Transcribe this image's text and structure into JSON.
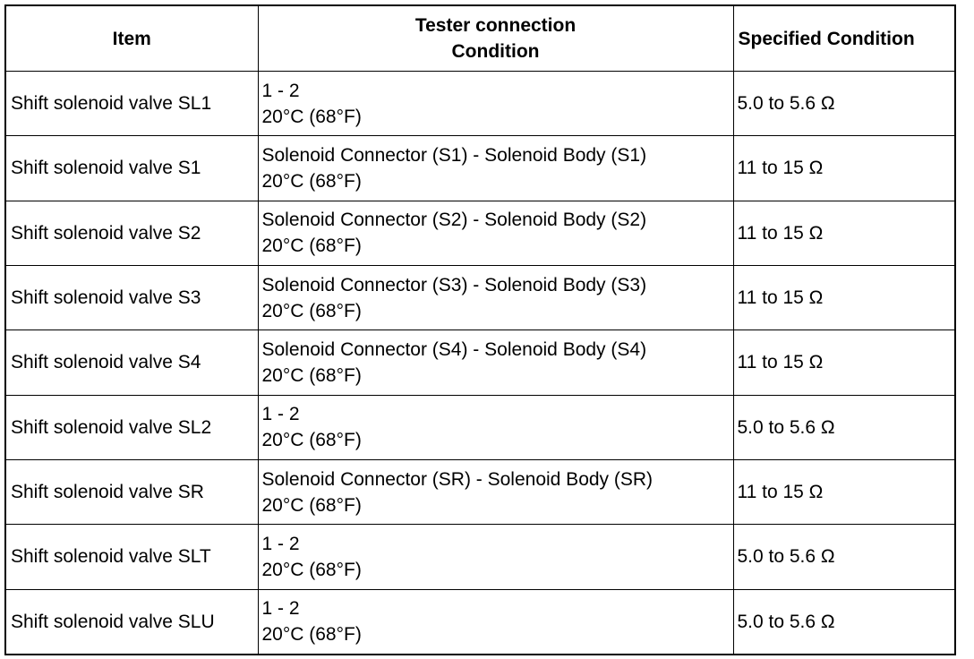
{
  "table": {
    "headers": {
      "item": "Item",
      "tester_line1": "Tester connection",
      "tester_line2": "Condition",
      "specified": "Specified Condition"
    },
    "rows": [
      {
        "item": "Shift solenoid valve SL1",
        "connection": "1 - 2",
        "temperature": "20°C (68°F)",
        "specified": "5.0 to 5.6 Ω"
      },
      {
        "item": "Shift solenoid valve S1",
        "connection": "Solenoid Connector (S1) - Solenoid Body (S1)",
        "temperature": "20°C (68°F)",
        "specified": "11 to 15 Ω"
      },
      {
        "item": "Shift solenoid valve S2",
        "connection": "Solenoid Connector (S2) - Solenoid Body (S2)",
        "temperature": "20°C (68°F)",
        "specified": "11 to 15 Ω"
      },
      {
        "item": "Shift solenoid valve S3",
        "connection": "Solenoid Connector (S3) - Solenoid Body (S3)",
        "temperature": "20°C (68°F)",
        "specified": "11 to 15 Ω"
      },
      {
        "item": "Shift solenoid valve S4",
        "connection": "Solenoid Connector (S4) - Solenoid Body (S4)",
        "temperature": "20°C (68°F)",
        "specified": "11 to 15 Ω"
      },
      {
        "item": "Shift solenoid valve SL2",
        "connection": "1 - 2",
        "temperature": "20°C (68°F)",
        "specified": "5.0 to 5.6 Ω"
      },
      {
        "item": "Shift solenoid valve SR",
        "connection": "Solenoid Connector (SR) - Solenoid Body (SR)",
        "temperature": "20°C (68°F)",
        "specified": "11 to 15 Ω"
      },
      {
        "item": "Shift solenoid valve SLT",
        "connection": "1 - 2",
        "temperature": "20°C (68°F)",
        "specified": "5.0 to 5.6 Ω"
      },
      {
        "item": "Shift solenoid valve SLU",
        "connection": "1 - 2",
        "temperature": "20°C (68°F)",
        "specified": "5.0 to 5.6 Ω"
      }
    ]
  }
}
